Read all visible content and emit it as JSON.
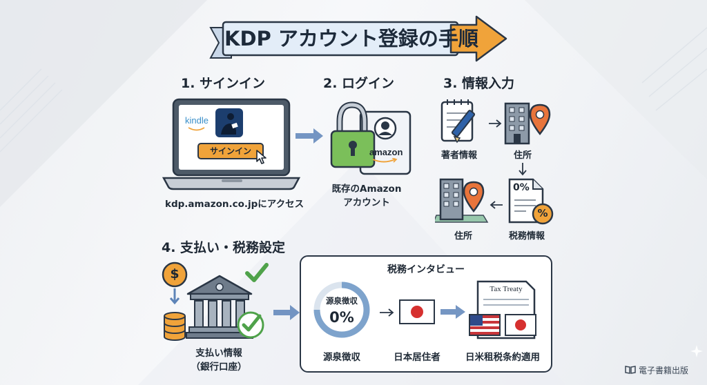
{
  "title": "KDP アカウント登録の手順",
  "steps": {
    "s1": {
      "heading": "1. サインイン",
      "kindle_logo": "kindle",
      "signin_button": "サインイン",
      "caption": "kdp.amazon.co.jpにアクセス"
    },
    "s2": {
      "heading": "2. ログイン",
      "amazon_logo": "amazon",
      "caption_line1": "既存のAmazon",
      "caption_line2": "アカウント"
    },
    "s3": {
      "heading": "3. 情報入力",
      "author_info": "著者情報",
      "address_top": "住所",
      "address_bottom": "住所",
      "tax_info": "税務情報",
      "doc_rate": "0%",
      "percent_badge": "%"
    },
    "s4": {
      "heading": "4. 支払い・税務設定",
      "payment_line1": "支払い情報",
      "payment_line2": "（銀行口座）",
      "coin_symbol": "$",
      "tax_interview": {
        "title": "税務インタビュー",
        "gauge_label": "源泉徴収",
        "gauge_value": "0%",
        "withholding": "源泉徴収",
        "japan_resident": "日本居住者",
        "treaty_doc": "Tax Treaty",
        "treaty": "日米租税条約適用"
      }
    }
  },
  "watermark": "電子書籍出版",
  "colors": {
    "accent_orange": "#f0a33a",
    "banner_blue": "#e3edf8",
    "navy": "#2a3645",
    "lock_green": "#7bbf5a",
    "check_green": "#4fa24a",
    "pin_orange": "#e8743b",
    "arrow_blue": "#5d84b8",
    "kindle_blue": "#3a8fc9"
  }
}
